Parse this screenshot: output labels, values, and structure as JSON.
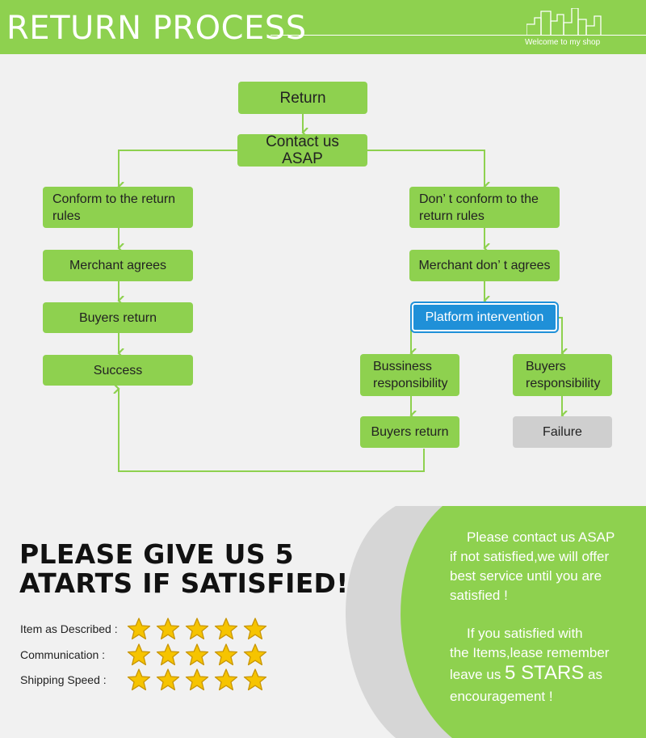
{
  "header": {
    "title": "RETURN PROCESS",
    "tagline": "Welcome to my shop",
    "skyline_icon": "city-skyline-icon"
  },
  "colors": {
    "green": "#8ed14f",
    "blue": "#1f90d8",
    "gray": "#cfcfcf",
    "background": "#f1f1f1"
  },
  "flow": {
    "return": "Return",
    "contact": "Contact us ASAP",
    "conform_line1": "Conform to the return",
    "conform_line2": "rules",
    "merchant_agrees": "Merchant agrees",
    "buyers_return_left": "Buyers return",
    "success": "Success",
    "dont_conform_line1": "Don’ t conform to the",
    "dont_conform_line2": "return rules",
    "merchant_dont": "Merchant don’ t agrees",
    "platform": "Platform intervention",
    "business_line1": "Bussiness",
    "business_line2": "responsibility",
    "buyers_resp_line1": "Buyers",
    "buyers_resp_line2": "responsibility",
    "buyers_return_right": "Buyers return",
    "failure": "Failure"
  },
  "rating": {
    "heading_line1": "PLEASE GIVE US 5",
    "heading_line2": "ATARTS IF SATISFIED!",
    "rows": [
      {
        "label": "Item as Described :",
        "stars": 5
      },
      {
        "label": "Communication  :",
        "stars": 5
      },
      {
        "label": "Shipping Speed :",
        "stars": 5
      }
    ]
  },
  "message": {
    "p1_line1": "Please contact us ASAP",
    "p1_line2": "if not satisfied,we will offer",
    "p1_line3": "best service until you are",
    "p1_line4": "satisfied !",
    "p2_line1": "If you satisfied with",
    "p2_line2": "the Items,lease remember",
    "p2_line3_pre": "leave us ",
    "p2_line3_big": "5 STARS",
    "p2_line3_post": " as",
    "p2_line4": "encouragement !"
  }
}
